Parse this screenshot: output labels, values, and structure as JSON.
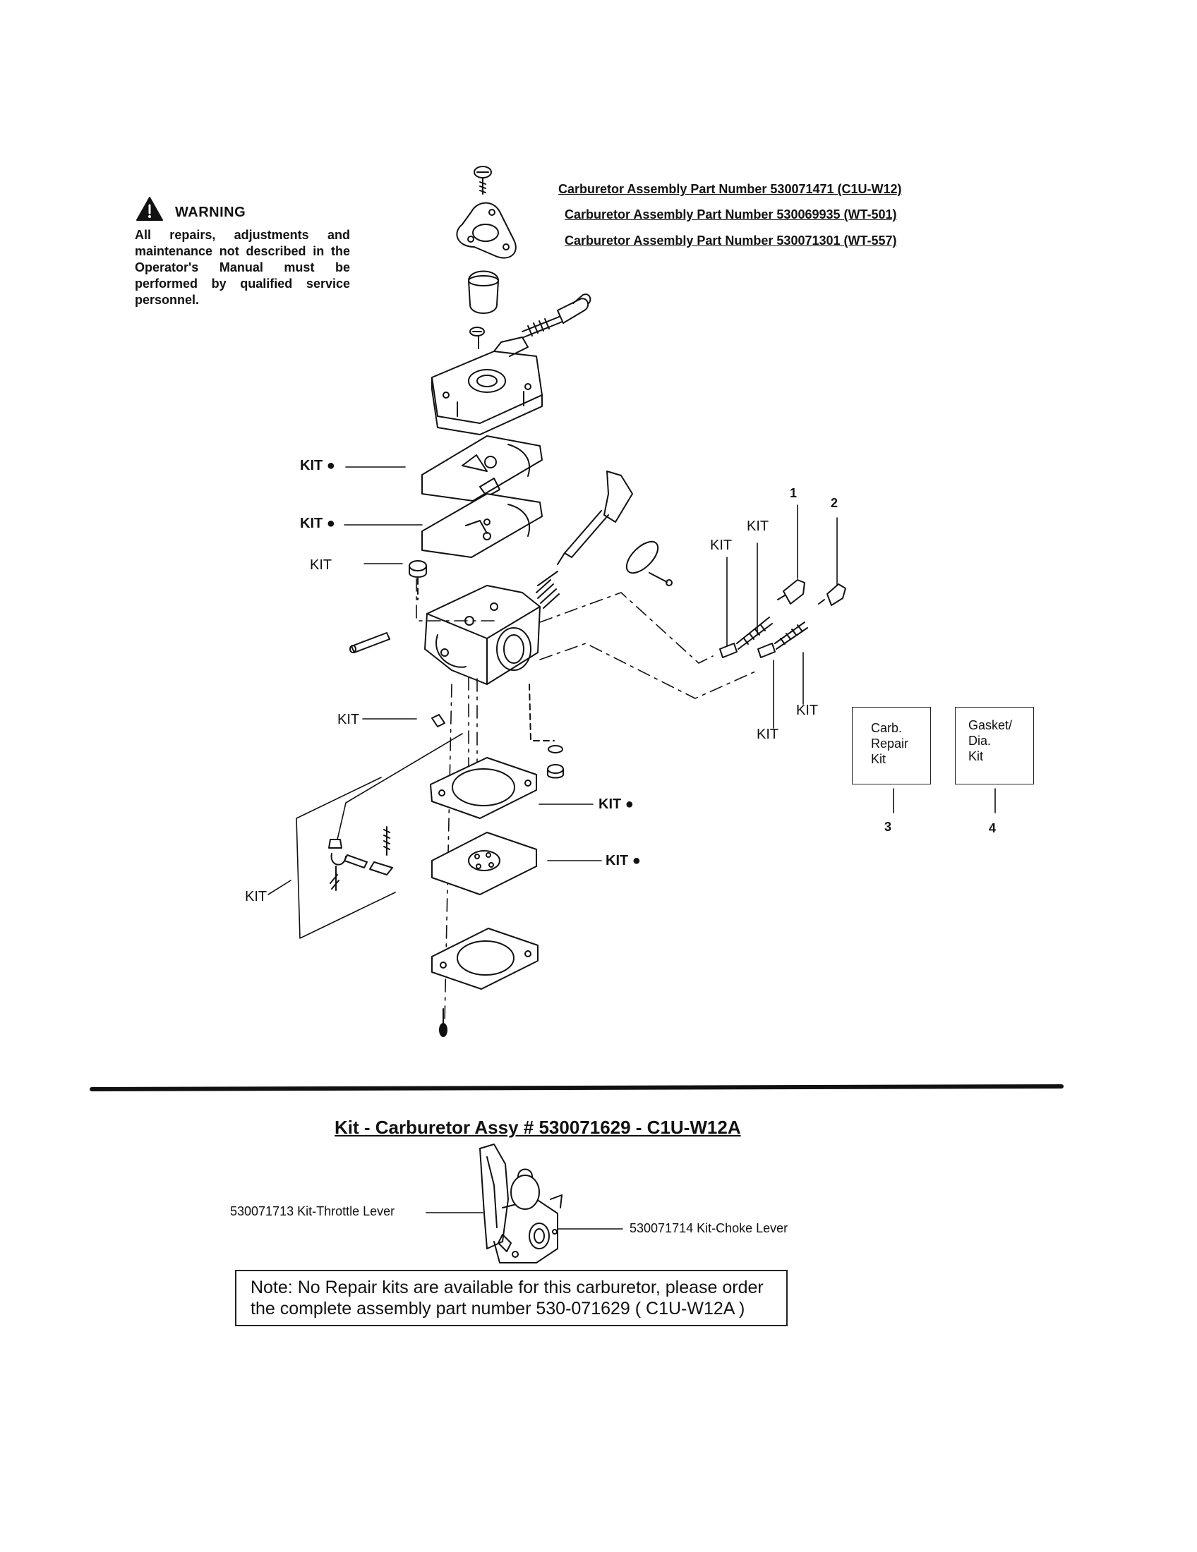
{
  "warning": {
    "title": "WARNING",
    "body": "All repairs, adjustments and maintenance not described in the Operator's Manual must be performed by qualified service personnel."
  },
  "assembly_numbers": [
    "Carburetor Assembly Part Number 530071471  (C1U-W12)",
    "Carburetor Assembly Part Number 530069935  (WT-501)",
    "Carburetor Assembly Part Number 530071301  (WT-557)"
  ],
  "callouts": {
    "kit": "KIT",
    "kit_dot": "KIT ●",
    "n1": "1",
    "n2": "2",
    "n3": "3",
    "n4": "4"
  },
  "boxes": {
    "carb_repair_kit": [
      "Carb.",
      "Repair",
      "Kit"
    ],
    "gasket_dia_kit": [
      "Gasket/",
      "Dia.",
      "Kit"
    ]
  },
  "kit_section": {
    "title": "Kit - Carburetor Assy # 530071629 - C1U-W12A",
    "throttle_label": "530071713 Kit-Throttle Lever",
    "choke_label": "530071714 Kit-Choke Lever"
  },
  "note": {
    "line1": "Note: No Repair kits are available for this carburetor, please order",
    "line2": "the complete assembly part number 530-071629  ( C1U-W12A )"
  }
}
